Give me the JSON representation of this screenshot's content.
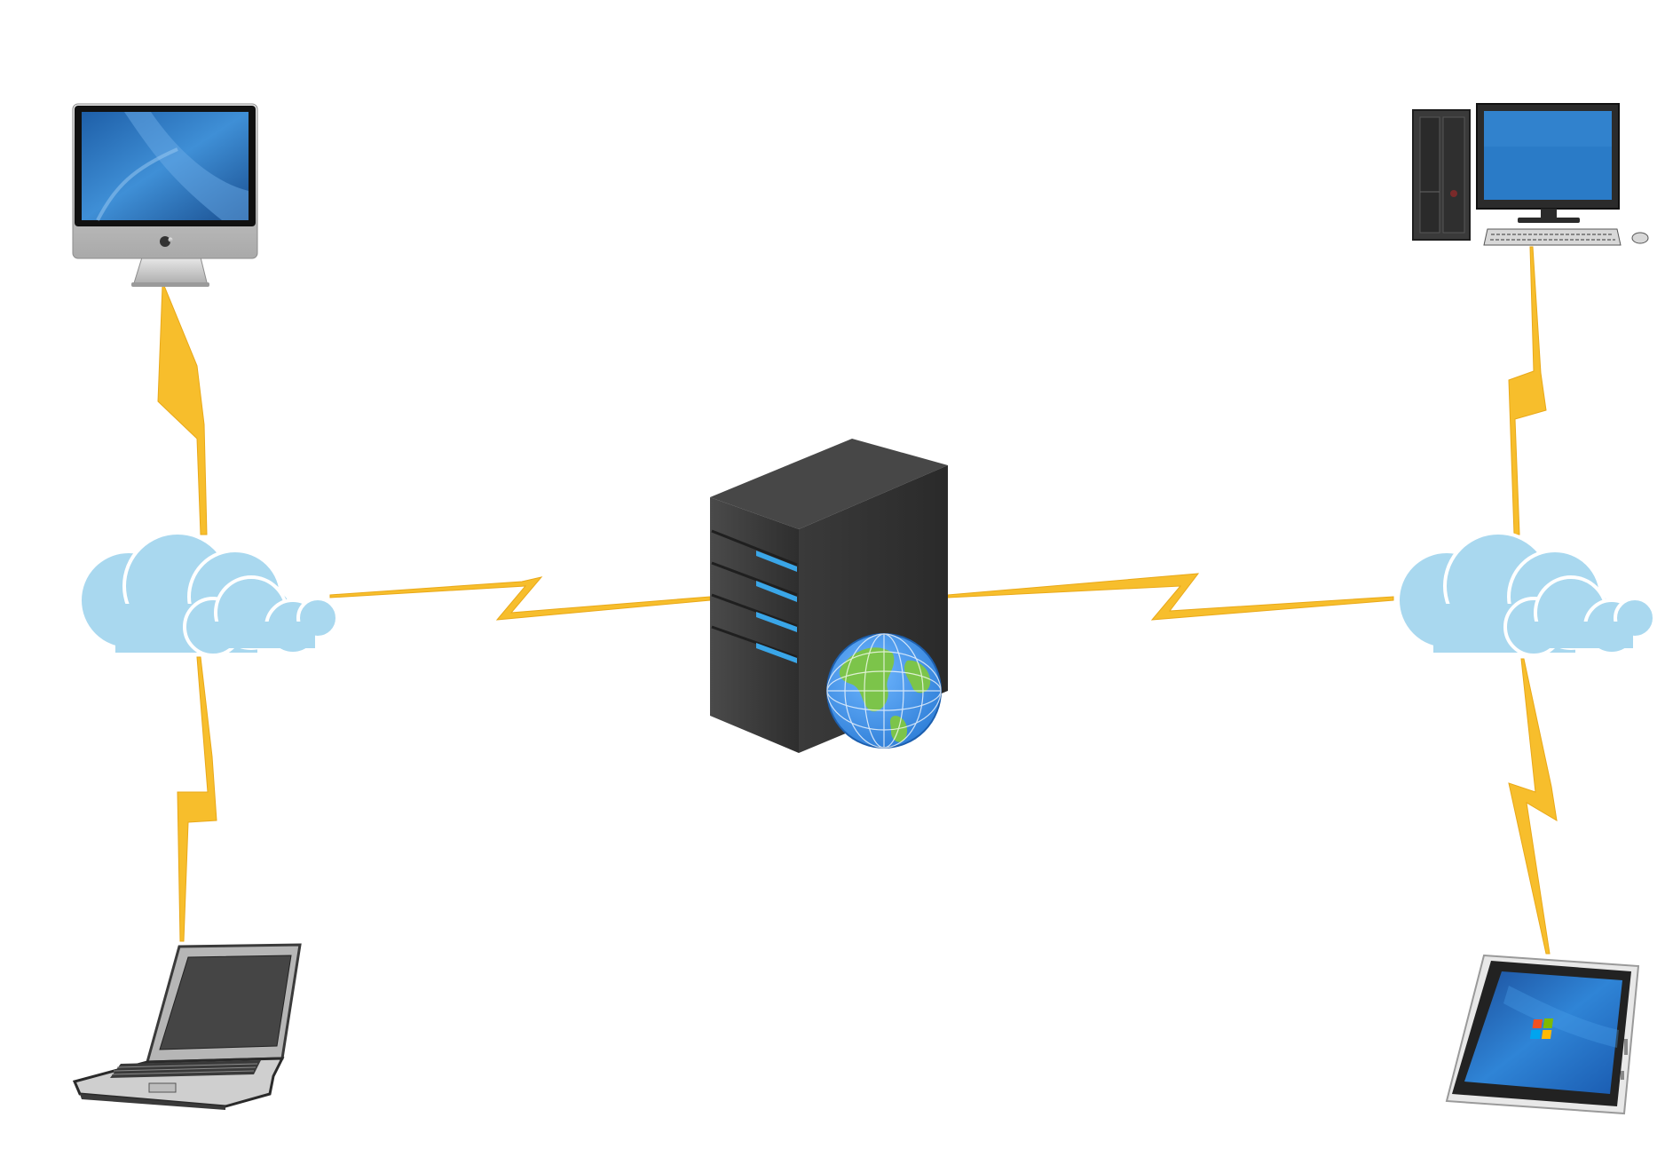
{
  "diagram": {
    "type": "network-topology",
    "center_node": {
      "name": "web-server",
      "icon": "server-with-globe-icon"
    },
    "clouds": [
      {
        "name": "cloud-left",
        "icon": "cloud-icon"
      },
      {
        "name": "cloud-right",
        "icon": "cloud-icon"
      }
    ],
    "devices": [
      {
        "name": "imac",
        "icon": "imac-desktop-icon",
        "connected_to": "cloud-left"
      },
      {
        "name": "laptop",
        "icon": "laptop-icon",
        "connected_to": "cloud-left"
      },
      {
        "name": "desktop-pc",
        "icon": "desktop-pc-tower-icon",
        "connected_to": "cloud-right"
      },
      {
        "name": "tablet",
        "icon": "windows-tablet-icon",
        "connected_to": "cloud-right"
      }
    ],
    "links": [
      {
        "from": "imac",
        "to": "cloud-left",
        "style": "lightning"
      },
      {
        "from": "cloud-left",
        "to": "laptop",
        "style": "lightning"
      },
      {
        "from": "cloud-left",
        "to": "web-server",
        "style": "lightning"
      },
      {
        "from": "web-server",
        "to": "cloud-right",
        "style": "lightning"
      },
      {
        "from": "desktop-pc",
        "to": "cloud-right",
        "style": "lightning"
      },
      {
        "from": "cloud-right",
        "to": "tablet",
        "style": "lightning"
      }
    ],
    "colors": {
      "link": "#F7BE2C",
      "cloud": "#A9D8EF",
      "server": "#3A3A3A",
      "server_led": "#3AA6E8",
      "screen": "#2A7BC7",
      "globe_ocean": "#3D8FE3",
      "globe_land": "#7CC44A"
    }
  }
}
